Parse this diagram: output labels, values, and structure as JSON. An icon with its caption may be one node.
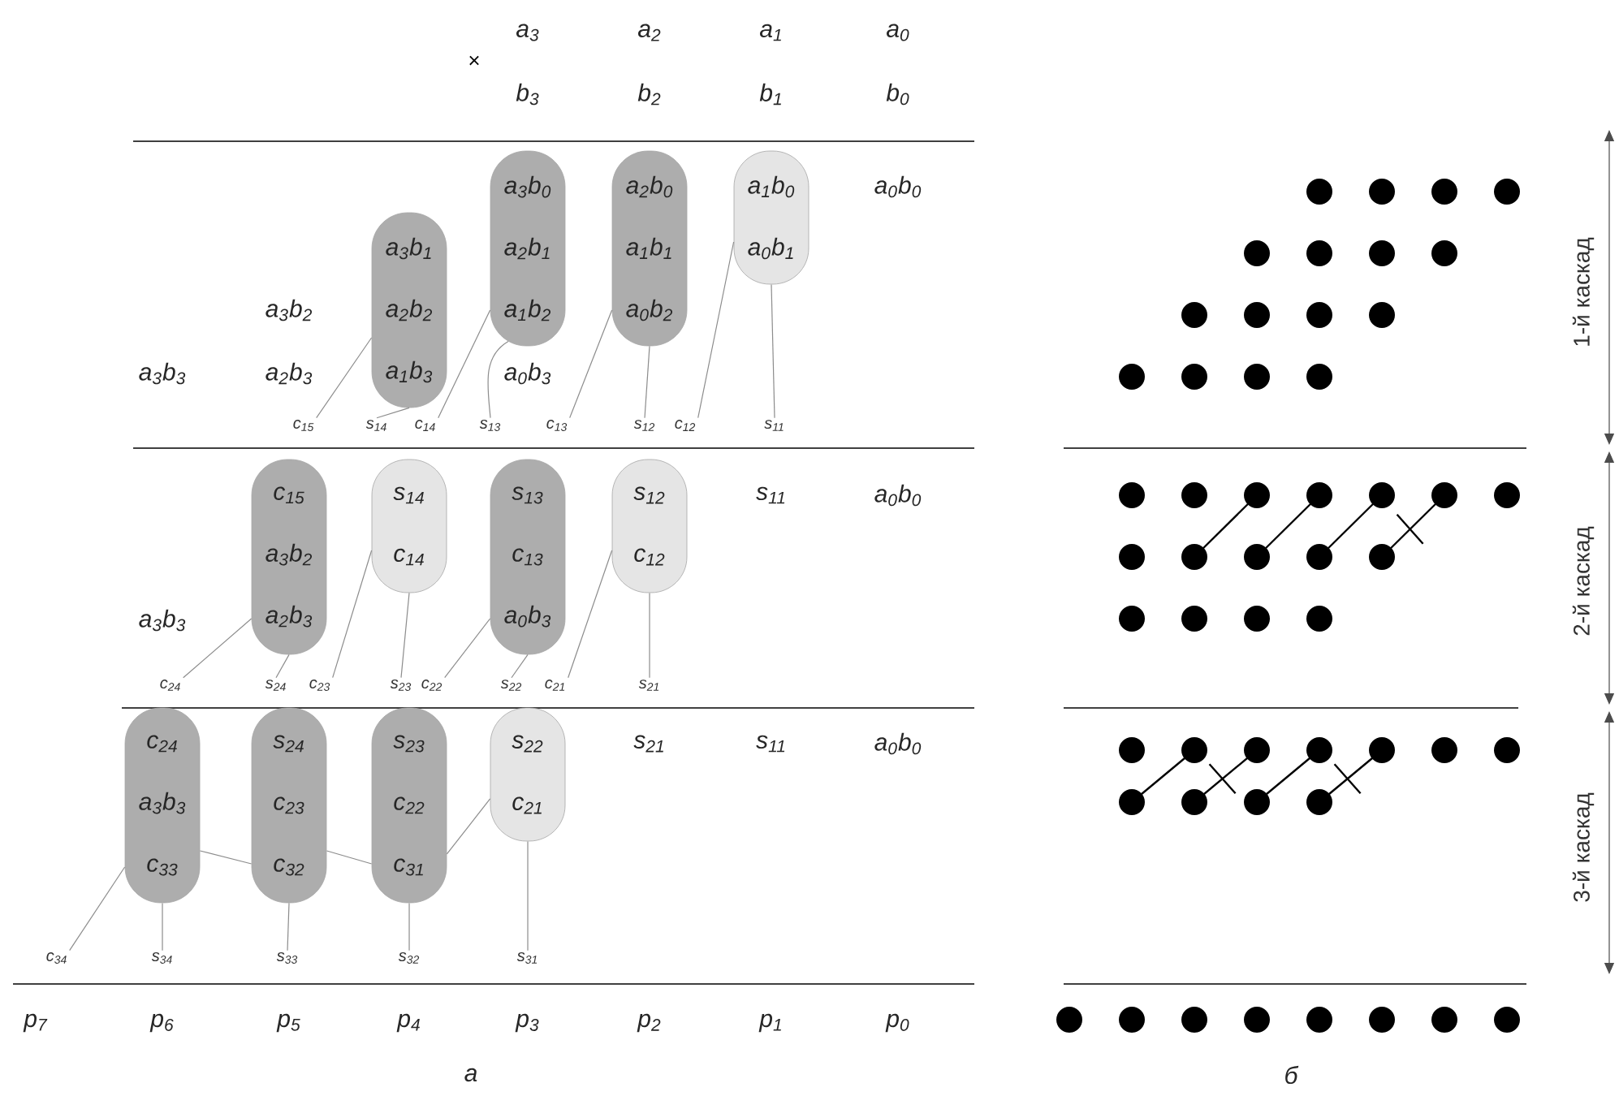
{
  "diagram": {
    "nodes": [
      {
        "text": [
          "a$_{3}$b$_{1}$",
          "a$_{2}$b$_{2}$",
          "a$_{1}$b$_{3}$"
        ]
      },
      {
        "text": [
          "a$_{3}$b$_{0}$",
          "a$_{2}$b$_{1}$",
          "a$_{1}$b$_{2}$"
        ]
      },
      {
        "text": [
          "a$_{2}$b$_{0}$",
          "a$_{1}$b$_{1}$",
          "a$_{0}$b$_{2}$"
        ]
      },
      {
        "text": [
          "a$_{1}$b$_{0}$",
          "a$_{0}$b$_{1}$"
        ]
      },
      {
        "text": [
          "c$_{15}$"
        ]
      },
      {
        "text": [
          "s$_{14}$"
        ]
      },
      {
        "text": [
          "c$_{14}$"
        ]
      },
      {
        "text": [
          "s$_{13}$"
        ]
      },
      {
        "text": [
          "c$_{13}$"
        ]
      },
      {
        "text": [
          "s$_{12}$"
        ]
      },
      {
        "text": [
          "c$_{12}$"
        ]
      },
      {
        "text": [
          "s$_{11}$"
        ]
      },
      {
        "text": [
          "c$_{15}$",
          "a$_{3}$b$_{2}$",
          "a$_{2}$b$_{3}$"
        ]
      },
      {
        "text": [
          "s$_{14}$",
          "c$_{14}$"
        ]
      },
      {
        "text": [
          "s$_{13}$",
          "c$_{13}$",
          "a$_{0}$b$_{3}$"
        ]
      },
      {
        "text": [
          "s$_{12}$",
          "c$_{12}$"
        ]
      },
      {
        "text": [
          "c$_{24}$"
        ]
      },
      {
        "text": [
          "s$_{24}$"
        ]
      },
      {
        "text": [
          "c$_{23}$"
        ]
      },
      {
        "text": [
          "s$_{23}$"
        ]
      },
      {
        "text": [
          "c$_{22}$"
        ]
      },
      {
        "text": [
          "s$_{22}$"
        ]
      },
      {
        "text": [
          "c$_{21}$"
        ]
      },
      {
        "text": [
          "s$_{21}$"
        ]
      },
      {
        "text": [
          "c$_{24}$",
          "a$_{3}$b$_{3}$",
          "c$_{33}$"
        ]
      },
      {
        "text": [
          "s$_{24}$",
          "c$_{23}$",
          "c$_{32}$"
        ]
      },
      {
        "text": [
          "s$_{23}$",
          "c$_{22}$",
          "c$_{31}$"
        ]
      },
      {
        "text": [
          "s$_{22}$",
          "c$_{21}$"
        ]
      },
      {
        "text": [
          "c$_{34}$"
        ]
      },
      {
        "text": [
          "s$_{34}$"
        ]
      },
      {
        "text": [
          "s$_{33}$"
        ]
      },
      {
        "text": [
          "s$_{32}$"
        ]
      },
      {
        "text": [
          "s$_{31}$"
        ]
      }
    ],
    "edges": [
      {
        "from": 0,
        "to": 4,
        "arrow": "none"
      },
      {
        "from": 0,
        "to": 5,
        "arrow": "none"
      },
      {
        "from": 1,
        "to": 6,
        "arrow": "none"
      },
      {
        "from": 1,
        "to": 7,
        "arrow": "none"
      },
      {
        "from": 2,
        "to": 8,
        "arrow": "none"
      },
      {
        "from": 2,
        "to": 9,
        "arrow": "none"
      },
      {
        "from": 3,
        "to": 10,
        "arrow": "none"
      },
      {
        "from": 3,
        "to": 11,
        "arrow": "none"
      },
      {
        "from": 12,
        "to": 16,
        "arrow": "none"
      },
      {
        "from": 12,
        "to": 17,
        "arrow": "none"
      },
      {
        "from": 13,
        "to": 18,
        "arrow": "none"
      },
      {
        "from": 13,
        "to": 19,
        "arrow": "none"
      },
      {
        "from": 14,
        "to": 20,
        "arrow": "none"
      },
      {
        "from": 14,
        "to": 21,
        "arrow": "none"
      },
      {
        "from": 15,
        "to": 22,
        "arrow": "none"
      },
      {
        "from": 15,
        "to": 23,
        "arrow": "none"
      },
      {
        "from": 24,
        "to": 28,
        "arrow": "none"
      },
      {
        "from": 24,
        "to": 29,
        "arrow": "none"
      },
      {
        "from": 24,
        "to": 25,
        "arrow": "none"
      },
      {
        "from": 25,
        "to": 30,
        "arrow": "none"
      },
      {
        "from": 25,
        "to": 26,
        "arrow": "none"
      },
      {
        "from": 26,
        "to": 31,
        "arrow": "none"
      },
      {
        "from": 27,
        "to": 26,
        "arrow": "none"
      },
      {
        "from": 27,
        "to": 32,
        "arrow": "none"
      }
    ],
    "labels": [
      "×",
      "a$_{3}$",
      "a$_{2}$",
      "a$_{1}$",
      "a$_{0}$",
      "b$_{3}$",
      "b$_{2}$",
      "b$_{1}$",
      "b$_{0}$",
      "a$_{0}$b$_{0}$",
      "a$_{3}$b$_{2}$",
      "a$_{3}$b$_{3}$",
      "a$_{2}$b$_{3}$",
      "a$_{0}$b$_{3}$",
      "s$_{11}$",
      "a$_{0}$b$_{0}$",
      "a$_{3}$b$_{3}$",
      "s$_{21}$",
      "s$_{11}$",
      "a$_{0}$b$_{0}$",
      "p$_{7}$",
      "p$_{6}$",
      "p$_{5}$",
      "p$_{4}$",
      "p$_{3}$",
      "p$_{2}$",
      "p$_{1}$",
      "p$_{0}$",
      "а",
      "б",
      "1-й каскад",
      "2-й каскад",
      "3-й каскад"
    ]
  }
}
